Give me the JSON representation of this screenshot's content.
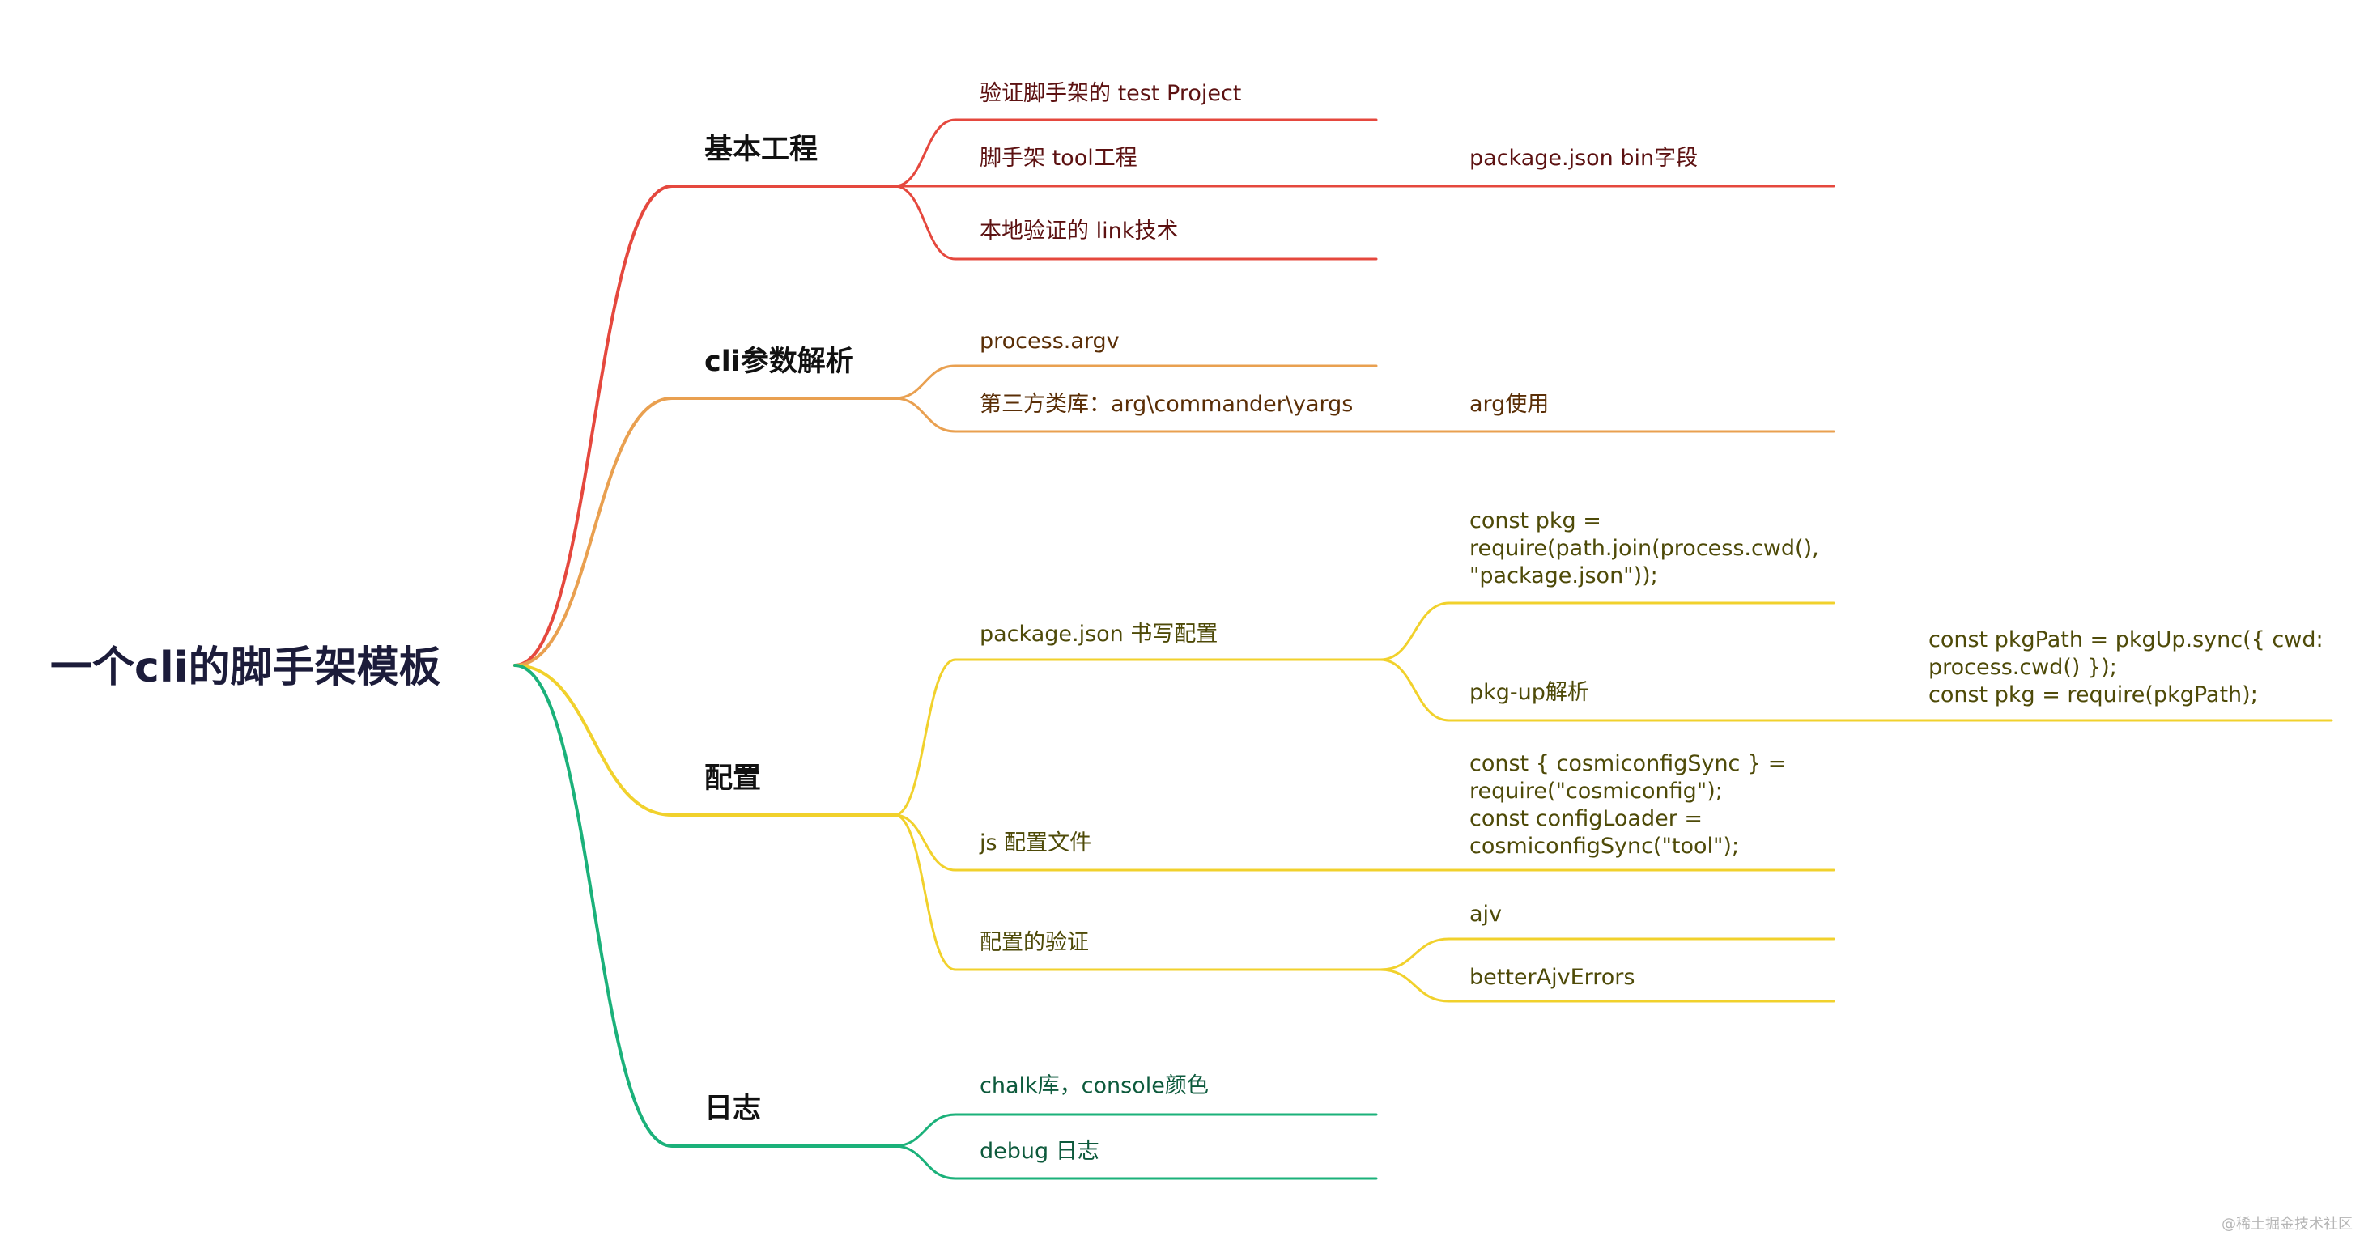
{
  "root": {
    "label": "一个cli的脚手架模板"
  },
  "colors": {
    "red": "#e5483e",
    "orange": "#e9a050",
    "yellow": "#f1d12c",
    "green": "#1bb17a",
    "text_red": "#5c1111",
    "text_orange": "#5a2e06",
    "text_yellow": "#4e4a08",
    "text_green": "#0d5a3c"
  },
  "branches": [
    {
      "label": "基本工程",
      "color": "red",
      "children": [
        {
          "label": "验证脚手架的 test Project"
        },
        {
          "label": "脚手架 tool工程",
          "children": [
            {
              "label": "package.json bin字段"
            }
          ]
        },
        {
          "label": "本地验证的 link技术"
        }
      ]
    },
    {
      "label": "cli参数解析",
      "color": "orange",
      "children": [
        {
          "label": "process.argv"
        },
        {
          "label": "第三方类库：arg\\commander\\yargs",
          "children": [
            {
              "label": "arg使用"
            }
          ]
        }
      ]
    },
    {
      "label": "配置",
      "color": "yellow",
      "children": [
        {
          "label": "package.json 书写配置",
          "children": [
            {
              "lines": [
                "const pkg =",
                "require(path.join(process.cwd(),",
                "\"package.json\"));"
              ]
            },
            {
              "label": "pkg-up解析",
              "children": [
                {
                  "lines": [
                    "const pkgPath = pkgUp.sync({ cwd:",
                    "process.cwd() });",
                    "  const pkg = require(pkgPath);"
                  ]
                }
              ]
            }
          ]
        },
        {
          "label": "js 配置文件",
          "children": [
            {
              "lines": [
                "const { cosmiconfigSync } =",
                "require(\"cosmiconfig\");",
                "const configLoader =",
                "cosmiconfigSync(\"tool\");"
              ]
            }
          ]
        },
        {
          "label": "配置的验证",
          "children": [
            {
              "label": "ajv"
            },
            {
              "label": "betterAjvErrors"
            }
          ]
        }
      ]
    },
    {
      "label": "日志",
      "color": "green",
      "children": [
        {
          "label": "chalk库，console颜色"
        },
        {
          "label": "debug 日志"
        }
      ]
    }
  ],
  "watermark": "@稀土掘金技术社区"
}
